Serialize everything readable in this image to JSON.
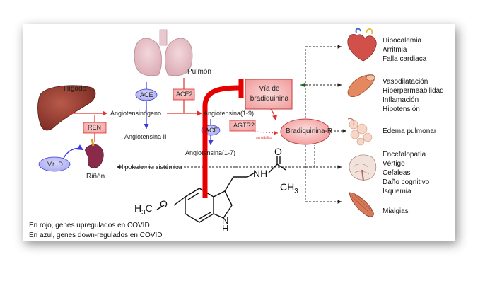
{
  "organs": {
    "liver": "Hígado",
    "lung": "Pulmón",
    "kidney": "Riñón"
  },
  "enzymes": {
    "ace_top": "ACE",
    "ace2": "ACE2",
    "ace_bottom": "ACE",
    "agtr2": "AGTR2",
    "ren": "REN",
    "vitd": "Vit. D"
  },
  "molecules": {
    "angiotensinogen": "Angiotensinógeno",
    "angiotensin2": "Angiotensina II",
    "angiotensin19": "Angiotensina(1-9)",
    "angiotensin17": "Angiotensina(1-7)",
    "hypokalemia": "Hipokalemia sistémica",
    "sensitization": "sensibiliza"
  },
  "pathway_box": {
    "line1": "Vía de",
    "line2": "bradiquinina"
  },
  "receptor": "Bradiquinina-R",
  "melatonin": {
    "h3c": "H3C",
    "o": "O",
    "nh": "NH",
    "o2": "O",
    "ch3": "CH3",
    "indole_nh": "N\nH"
  },
  "effects": {
    "heart": [
      "Hipocalemia",
      "Arritmia",
      "Falla cardiaca"
    ],
    "vessel": [
      "Vasodilatación",
      "Hiperpermeabilidad",
      "Inflamación",
      "Hipotensión"
    ],
    "alveoli": [
      "Edema pulmonar"
    ],
    "brain": [
      "Encefalopatía",
      "Vértigo",
      "Cefaleas",
      "Daño cognitivo",
      "Isquemia"
    ],
    "muscle": [
      "Mialgias"
    ]
  },
  "legend": {
    "red": "En rojo, genes upregulados en COVID",
    "blue": "En azul, genes down-regulados en COVID"
  },
  "colors": {
    "up_red": "#e03030",
    "down_blue": "#3a3ae0",
    "box_red_fill": "#f3a3a3",
    "pill_blue_fill": "#b9b9f2",
    "inhibition_red": "#e60000"
  }
}
